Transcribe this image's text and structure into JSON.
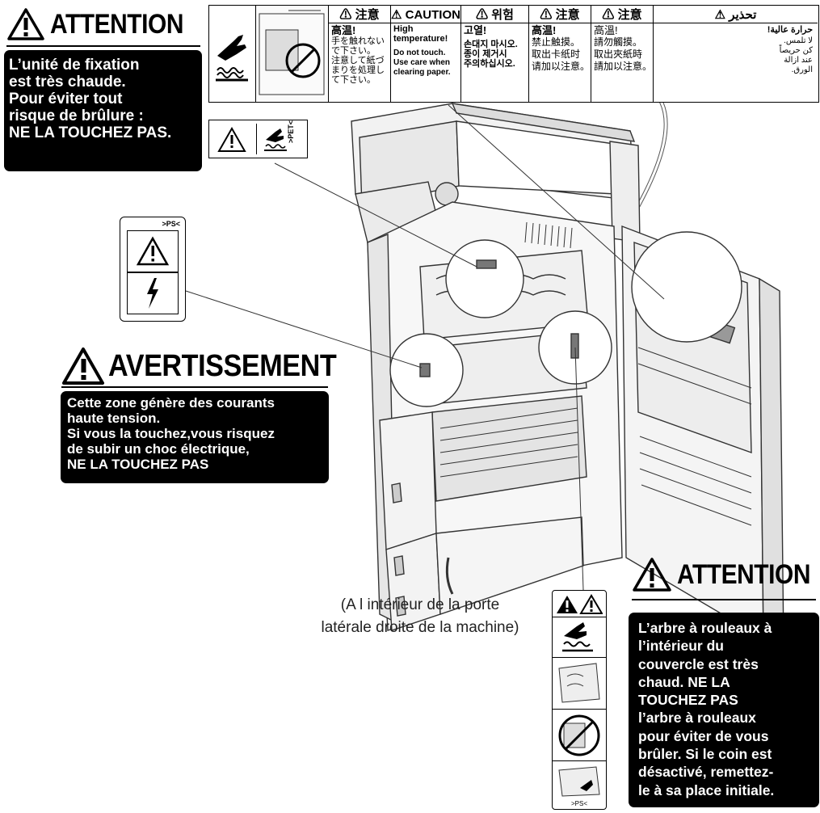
{
  "warning_top_left": {
    "heading": "ATTENTION",
    "lines": [
      "L’unité de fixation",
      "est très chaude.",
      "Pour éviter tout",
      "risque de brûlure :",
      "NE LA TOUCHEZ PAS."
    ]
  },
  "warning_middle_left": {
    "heading": "AVERTISSEMENT",
    "lines": [
      "Cette zone génère des courants",
      "haute tension.",
      "Si vous la touchez,vous risquez",
      "de subir un choc électrique,",
      "NE LA TOUCHEZ PAS"
    ]
  },
  "warning_bottom_right": {
    "heading": "ATTENTION",
    "lines": [
      "L’arbre à rouleaux à",
      "l’intérieur du",
      "couvercle est très",
      "chaud. NE LA",
      "TOUCHEZ PAS",
      "l’arbre à rouleaux",
      "pour éviter de vous",
      "brûler. Si le coin est",
      "désactivé, remettez-",
      "le à sa place initiale."
    ]
  },
  "caption": {
    "lines": [
      "(A l intérieur de la porte",
      "latérale droite de la machine)"
    ]
  },
  "top_label": {
    "columns": [
      {
        "header": "⚠ 注意",
        "lines": [
          "高温!",
          "手を触れない",
          "で下さい。",
          "注意して紙づ",
          "まりを処理し",
          "て下さい。"
        ]
      },
      {
        "header": "⚠ CAUTION",
        "lines": [
          "High",
          "temperature!",
          "Do not touch.",
          "Use care when",
          "clearing paper."
        ]
      },
      {
        "header": "⚠ 위험",
        "lines": [
          "고열!",
          "손대지 마시오.",
          "종이 제거시",
          "주의하십시오."
        ]
      },
      {
        "header": "⚠ 注意",
        "lines": [
          "高温!",
          "禁止触摸。",
          "取出卡纸时",
          "请加以注意。"
        ]
      },
      {
        "header": "⚠ 注意",
        "lines": [
          "高溫!",
          "請勿觸摸。",
          "取出夾紙時",
          "請加以注意。"
        ]
      },
      {
        "header": "⚠ تحذير",
        "lines": [
          "حرارة عالية!",
          "لا تلمس.",
          "كن حريصاً",
          "عند ازالة",
          "الورق."
        ]
      }
    ]
  },
  "small_labels": {
    "pet_code": ">PET<",
    "ps_code_left": ">PS<",
    "ps_code_right": ">PS<"
  },
  "colors": {
    "box_background": "#000000",
    "box_text": "#ffffff",
    "line_art": "#333333"
  }
}
